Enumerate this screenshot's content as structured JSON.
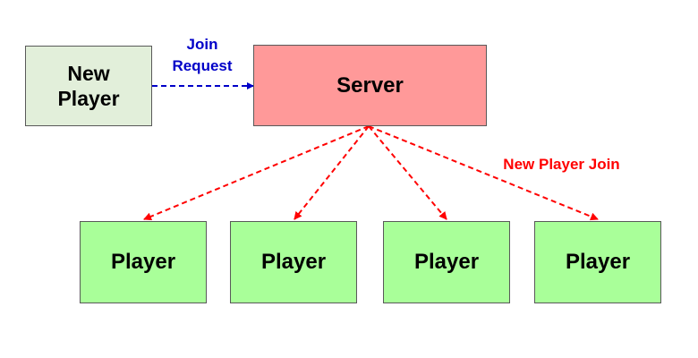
{
  "nodes": {
    "new_player": {
      "line1": "New",
      "line2": "Player"
    },
    "server": {
      "label": "Server"
    },
    "players": [
      "Player",
      "Player",
      "Player",
      "Player"
    ]
  },
  "edges": {
    "join_request": {
      "line1": "Join",
      "line2": "Request",
      "color": "#0000c8"
    },
    "new_player_join": {
      "label": "New Player Join",
      "color": "#ff0000"
    }
  },
  "colors": {
    "new_player_fill": "#e2efda",
    "server_fill": "#ff9999",
    "player_fill": "#a9ff99"
  }
}
